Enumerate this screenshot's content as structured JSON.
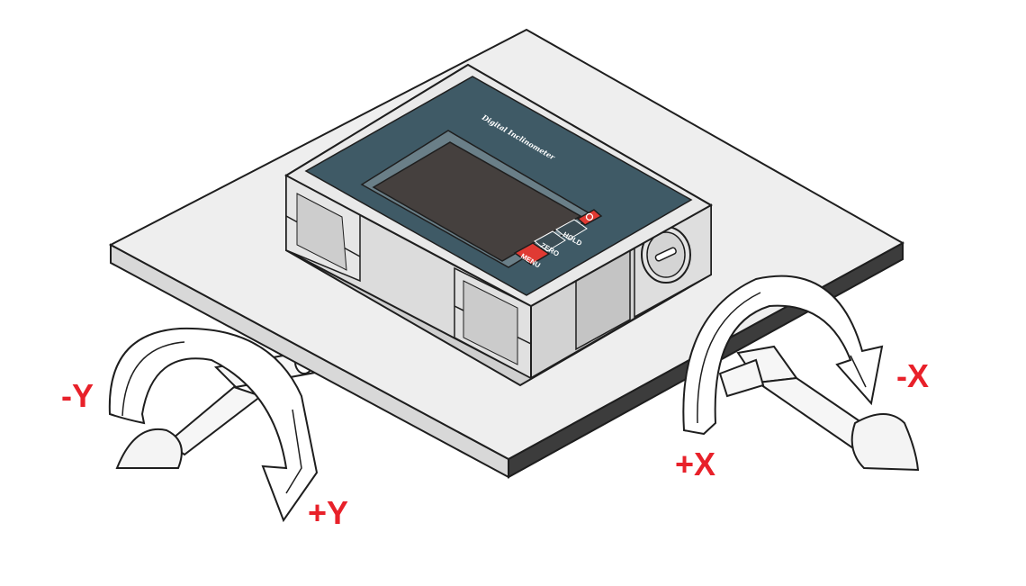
{
  "device": {
    "title": "Digital Inclinometer",
    "buttons": {
      "power_icon": "power-icon",
      "hold_label": "HOLD",
      "zero_label": "ZERO",
      "menu_label": "MENU"
    }
  },
  "axes": {
    "neg_y": "-Y",
    "pos_y": "+Y",
    "neg_x": "-X",
    "pos_x": "+X"
  },
  "colors": {
    "label_red": "#e8212a",
    "panel_dark": "#3f5a66",
    "screen": "#45403e",
    "button_red": "#e03a33",
    "plate_top": "#efefef",
    "plate_edge": "#4a4a4a"
  }
}
